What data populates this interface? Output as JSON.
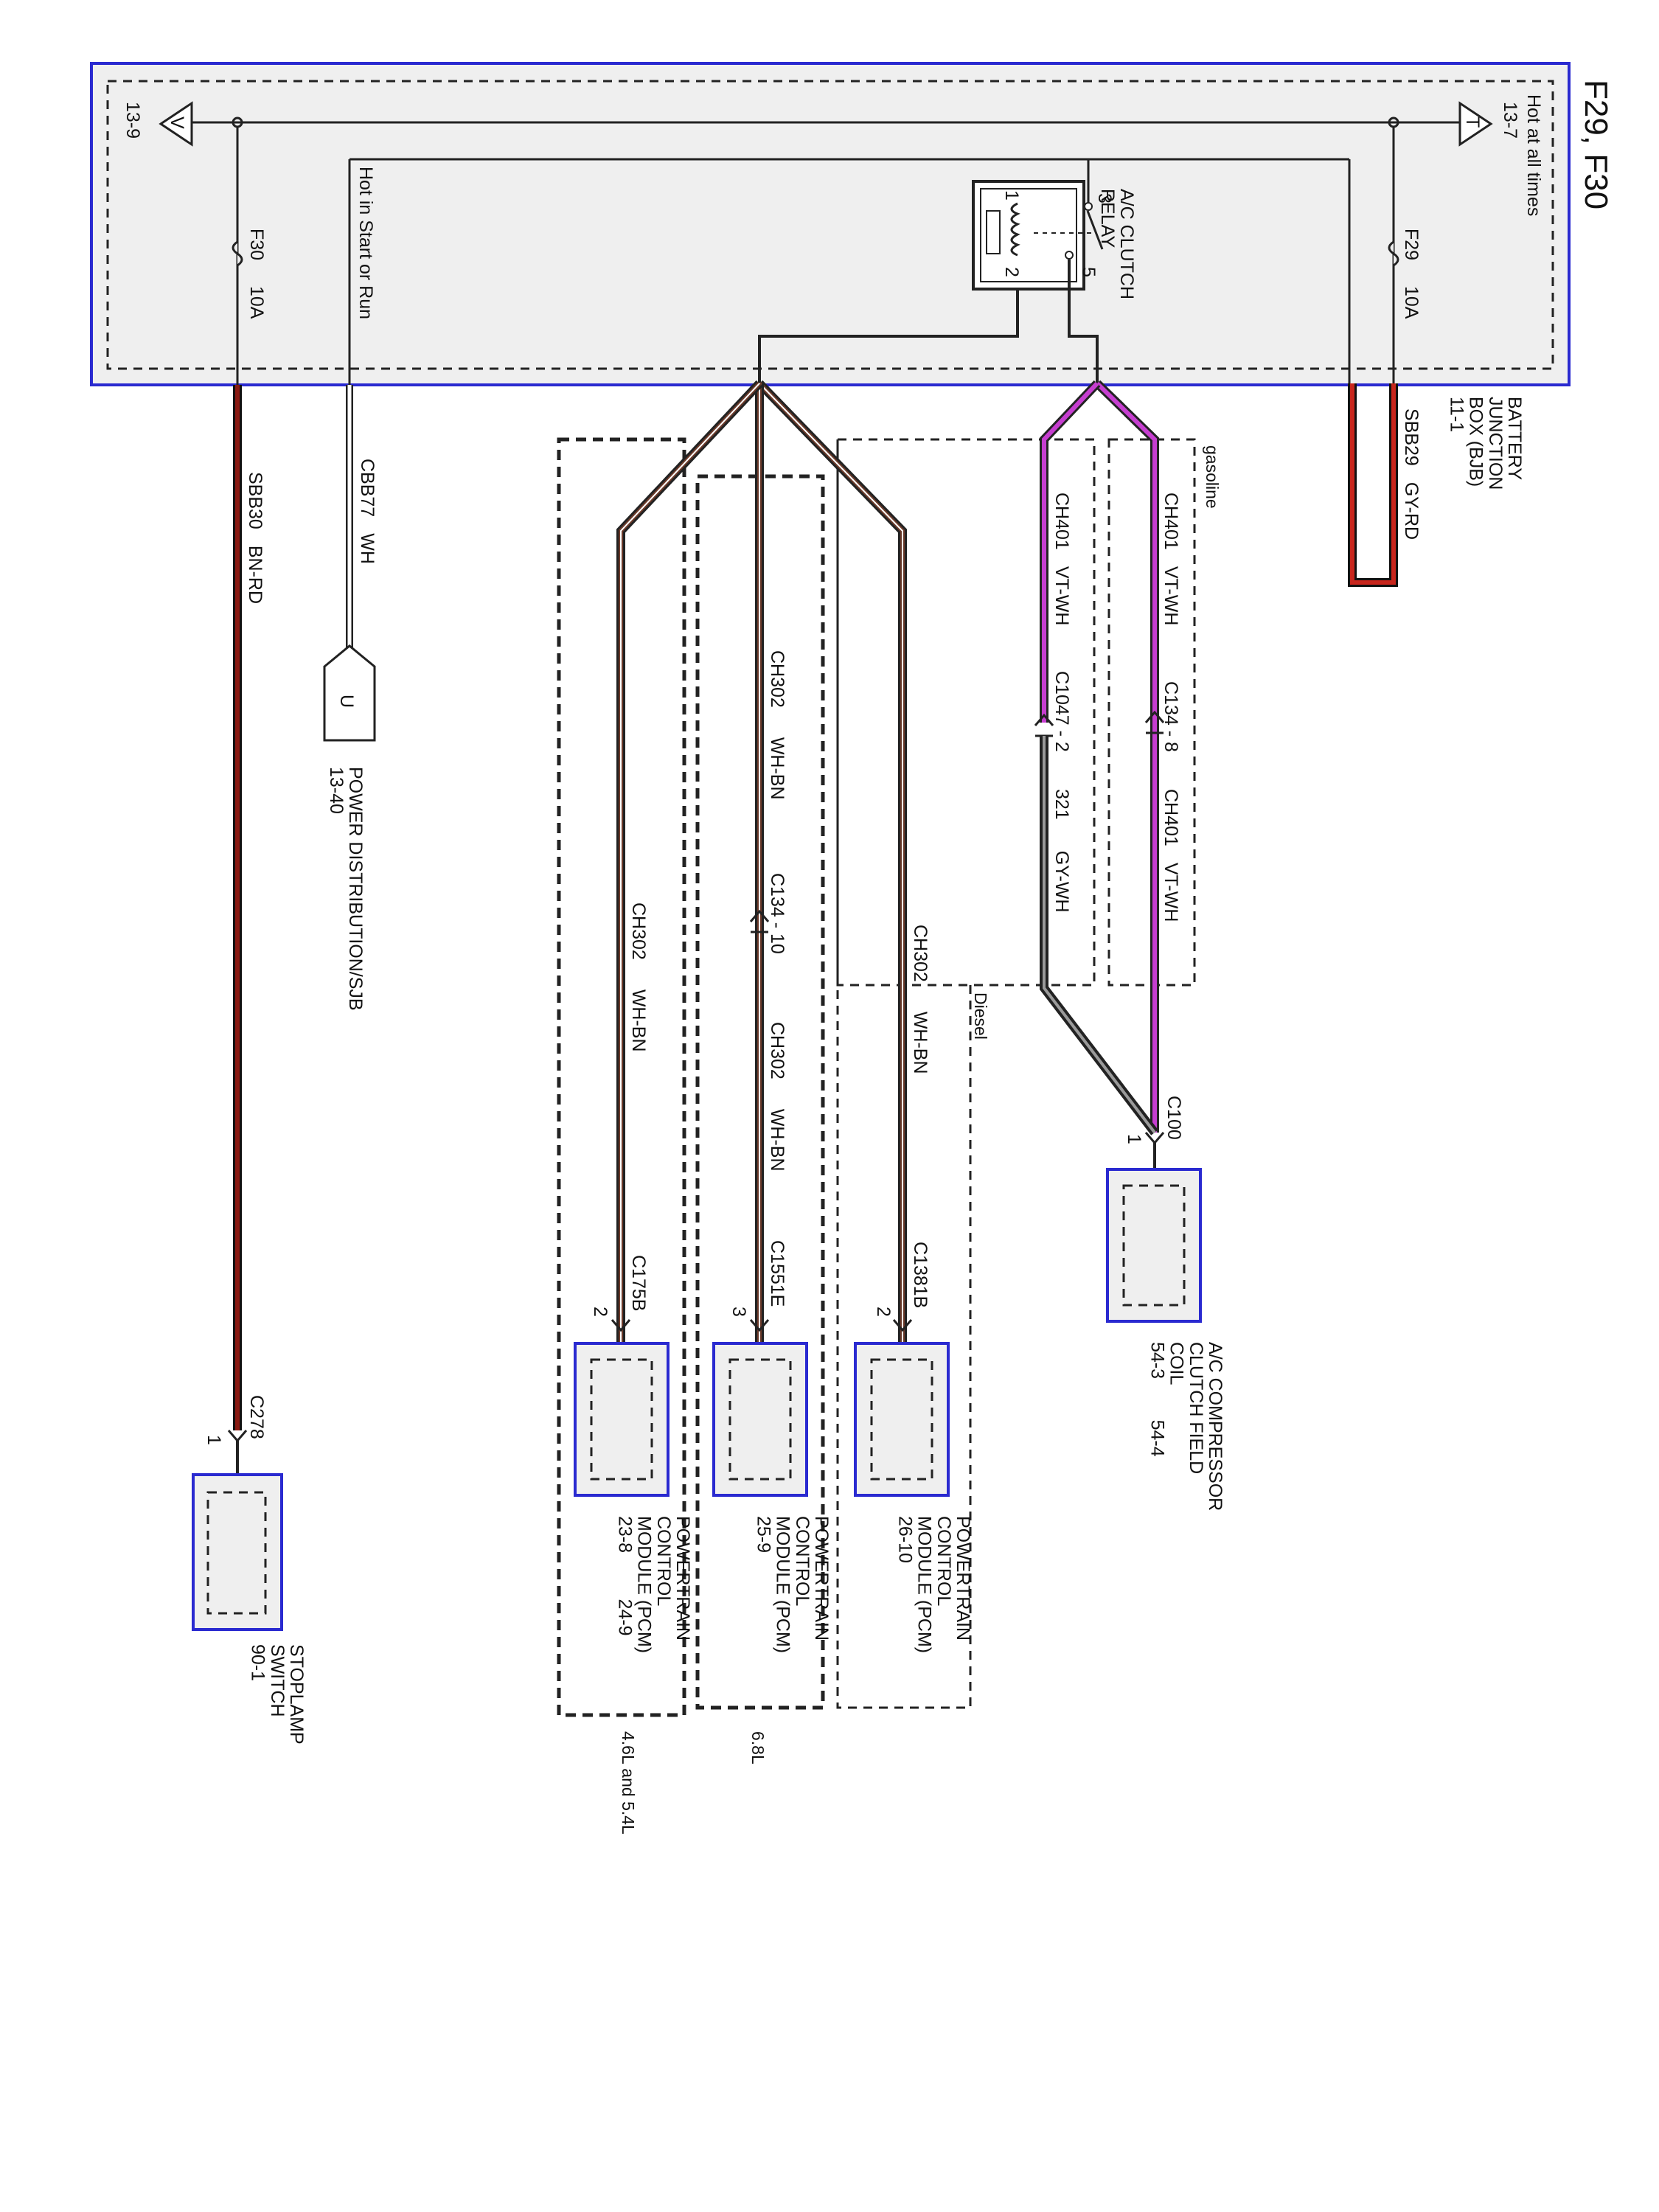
{
  "title": "F29, F30",
  "bjb": {
    "hot_at_all_times": "Hot at all times",
    "ref_13_7": "13-7",
    "ref_13_9": "13-9",
    "tri_t": "T",
    "tri_v": "V",
    "hot_in_start_run": "Hot in Start or Run",
    "fuse_f29": "F29",
    "fuse_f29_amp": "10A",
    "fuse_f30": "F30",
    "fuse_f30_amp": "10A",
    "relay_name": "A/C CLUTCH\nRELAY",
    "relay_pins": [
      "1",
      "2",
      "3",
      "5"
    ],
    "box_name": "BATTERY\nJUNCTION\nBOX (BJB)\n11-1"
  },
  "wires": {
    "sbb29": "SBB29",
    "sbb29_color": "GY-RD",
    "sbb30": "SBB30",
    "sbb30_color": "BN-RD",
    "cbb77": "CBB77",
    "cbb77_color": "WH",
    "ch401": "CH401",
    "ch401_color": "VT-WH",
    "ch302": "CH302",
    "ch302_color": "WH-BN",
    "w321": "321",
    "w321_color": "GY-WH"
  },
  "connectors": {
    "c134_8": "C134 - 8",
    "c1047_2": "C1047 - 2",
    "c134_10": "C134 - 10",
    "c100": "C100",
    "c100_pin": "1",
    "c1381b": "C1381B",
    "c1381b_pin": "2",
    "c1551e": "C1551E",
    "c1551e_pin": "3",
    "c175b": "C175B",
    "c175b_pin": "2",
    "c278": "C278",
    "c278_pin": "1",
    "u_box": "U"
  },
  "variants": {
    "gasoline": "gasoline",
    "diesel": "Diesel",
    "v68": "6.8L",
    "v46_54": "4.6L and 5.4L"
  },
  "components": {
    "power_dist": "POWER DISTRIBUTION/SJB\n13-40",
    "ac_compressor": "A/C COMPRESSOR\nCLUTCH FIELD\nCOIL\n54-3        54-4",
    "pcm_a": "POWERTRAIN\nCONTROL\nMODULE (PCM)\n26-10",
    "pcm_b": "POWERTRAIN\nCONTROL\nMODULE (PCM)\n25-9",
    "pcm_c": "POWERTRAIN\nCONTROL\nMODULE (PCM)\n23-8         24-9",
    "stoplamp": "STOPLAMP\nSWITCH\n90-1"
  },
  "colors": {
    "bjb_border": "#2a2ad0",
    "bjb_fill": "#efefef",
    "wire_gy_rd": "#c8261d",
    "wire_bn_rd": "#8a1a12",
    "wire_vt_wh": "#c63ed0",
    "wire_wh_bn": "#6b3a2a",
    "wire_gy_wh": "#555555"
  }
}
